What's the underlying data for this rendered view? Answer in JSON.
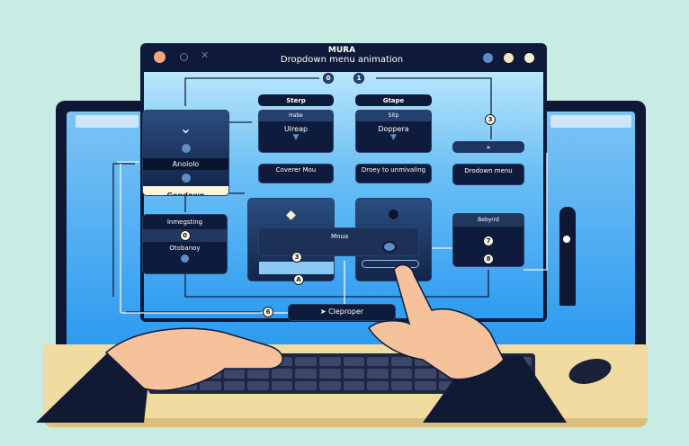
{
  "window": {
    "title": "MURA",
    "subtitle": "Dropdown menu animation"
  },
  "steps": {
    "step1": "Sterp",
    "step2": "Gtape"
  },
  "cards": {
    "card1_header": "Habe",
    "card1_label": "Ulreap",
    "card2_header": "Sitp",
    "card2_label": "Doppera",
    "card3": "Coverer Mou",
    "card4": "Droey to unmivaling",
    "right_card": "Drodown menu"
  },
  "left_panel": {
    "item1": "Anoiolo",
    "item2": "Gopdown"
  },
  "left_lower": {
    "title": "Inmegsting",
    "num": "0",
    "label": "Otobanoy"
  },
  "right_lower": {
    "title": "Bebyrrd",
    "num1": "7",
    "num2": "8"
  },
  "menu_bar": {
    "label": "Mnua"
  },
  "markers": {
    "top_left": "0",
    "top_right": "1",
    "right": "3",
    "center": "3",
    "center_low": "A",
    "bottom": "6"
  },
  "bottom_button": {
    "label": "Cleproper"
  },
  "colors": {
    "background": "#c8ebe4",
    "window": "#0f1a3a",
    "screen": "#2c9af0",
    "deck": "#f2dba0"
  }
}
